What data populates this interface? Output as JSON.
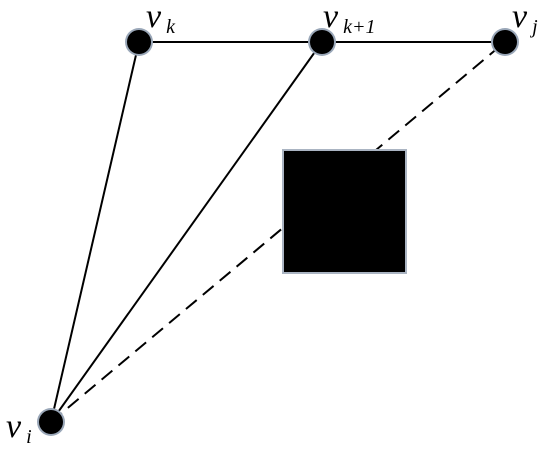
{
  "diagram": {
    "colors": {
      "background": "#ffffff",
      "stroke": "#000000",
      "node_fill": "#000000",
      "node_halo": "#9aa7b8",
      "obstacle_fill": "#000000",
      "obstacle_edge": "#aab4c2"
    },
    "nodes": {
      "vk": {
        "main": "v",
        "sub": "k"
      },
      "vk1": {
        "main": "v",
        "sub": "k+1"
      },
      "vj": {
        "main": "v",
        "sub": "j"
      },
      "vi": {
        "main": "v",
        "sub": "i"
      }
    },
    "edges": [
      {
        "from": "vk",
        "to": "vk1",
        "style": "solid"
      },
      {
        "from": "vk1",
        "to": "vj",
        "style": "solid"
      },
      {
        "from": "vi",
        "to": "vk",
        "style": "solid"
      },
      {
        "from": "vi",
        "to": "vk1",
        "style": "solid"
      },
      {
        "from": "vi",
        "to": "vj",
        "style": "dashed",
        "occluded_by": "obstacle"
      }
    ],
    "obstacle": {
      "shape": "square"
    }
  }
}
